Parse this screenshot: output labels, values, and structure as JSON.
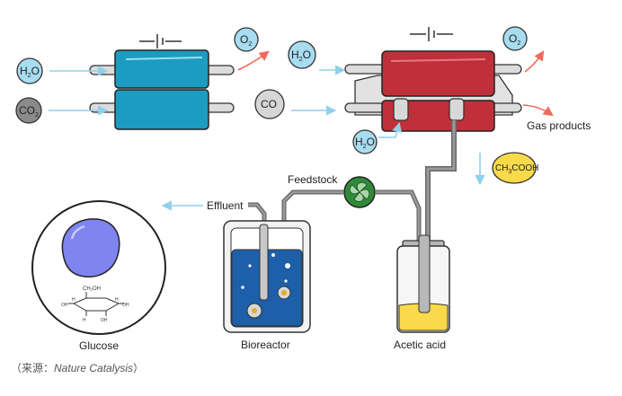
{
  "molecules": {
    "h2o_main": "H",
    "h2o_sub": "2",
    "h2o_end": "O",
    "co2_main": "CO",
    "co2_sub": "2",
    "o2_main": "O",
    "o2_sub": "2",
    "co": "CO",
    "acetic_pre": "CH",
    "acetic_sub": "3",
    "acetic_post": "COOH"
  },
  "labels": {
    "gas_products": "Gas products",
    "feedstock": "Feedstock",
    "effluent": "Effluent",
    "glucose": "Glucose",
    "bioreactor": "Bioreactor",
    "acetic_acid": "Acetic acid"
  },
  "glucose_formula": {
    "top": "CH₂OH",
    "h": "H",
    "oh": "OH"
  },
  "caption": {
    "open": "（来源：",
    "source": "Nature Catalysis",
    "close": "）"
  },
  "colors": {
    "electrolyzer_1": "#1c9cc0",
    "electrolyzer_2": "#c0303a",
    "water": "#a8dcf0",
    "co2": "#8a8a8a",
    "acetic": "#f8da4a",
    "bioreactor_liquid": "#1d5fa8",
    "pump": "#2f8a3a",
    "glucose": "#7f84ee",
    "arrow_blue": "#8fd0ea",
    "arrow_red": "#f06a5a"
  },
  "icons": [
    "battery-icon",
    "pump-icon",
    "arrow-icon"
  ]
}
